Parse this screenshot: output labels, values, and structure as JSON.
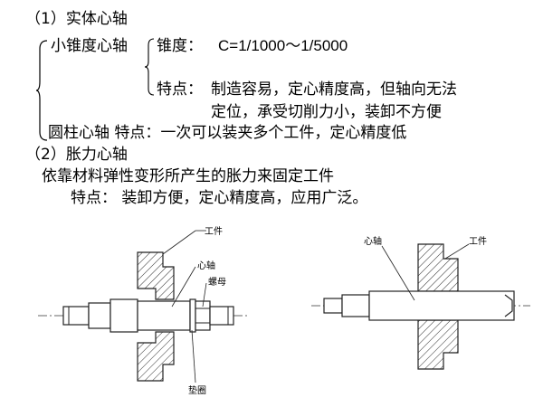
{
  "section1": {
    "heading": "（1）实体心轴",
    "small_taper": {
      "label": "小锥度心轴",
      "taper_label": "锥度：",
      "taper_value": "C=1/1000～1/5000",
      "features_label": "特点：",
      "features_line1": "制造容易，定心精度高，但轴向无法",
      "features_line2": "定位，承受切削力小，装卸不方便"
    },
    "cylindrical": {
      "line": "圆柱心轴  特点：一次可以装夹多个工件，定心精度低"
    }
  },
  "section2": {
    "heading": "（2）胀力心轴",
    "description": "依靠材料弹性变形所产生的胀力来固定工件",
    "features": "特点：  装卸方便，定心精度高，应用广泛。"
  },
  "figure_left": {
    "labels": {
      "workpiece": "工件",
      "mandrel": "心轴",
      "nut": "螺母",
      "washer": "垫圈"
    }
  },
  "figure_right": {
    "labels": {
      "mandrel": "心轴",
      "workpiece": "工件"
    }
  },
  "colors": {
    "text": "#000000",
    "line": "#1a1a1a",
    "background": "#ffffff"
  }
}
